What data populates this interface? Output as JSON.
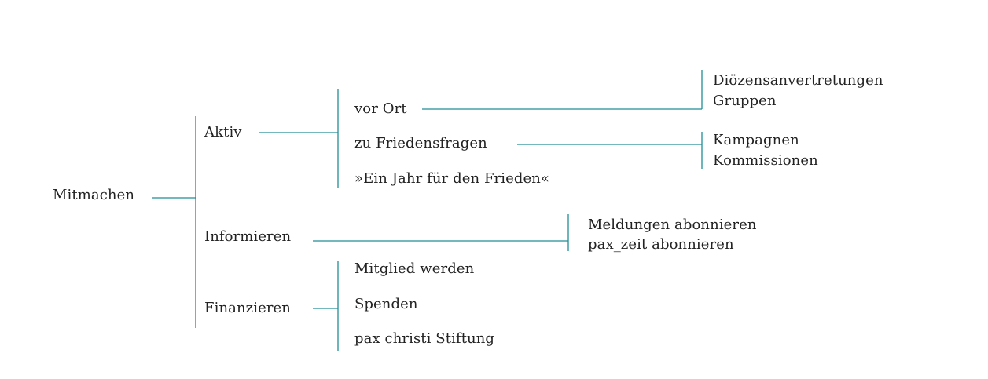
{
  "root": "Mitmachen",
  "branches": {
    "aktiv": {
      "label": "Aktiv",
      "children": {
        "vor_ort": {
          "label": "vor Ort",
          "children": [
            "Diözensanvertretungen",
            "Gruppen"
          ]
        },
        "friedensfragen": {
          "label": "zu Friedensfragen",
          "children": [
            "Kampagnen",
            "Kommissionen"
          ]
        },
        "jahr": {
          "label": "»Ein Jahr für den Frieden«"
        }
      }
    },
    "informieren": {
      "label": "Informieren",
      "children": [
        "Meldungen abonnieren",
        "pax_zeit abonnieren"
      ]
    },
    "finanzieren": {
      "label": "Finanzieren",
      "children": [
        "Mitglied werden",
        "Spenden",
        "pax christi Stiftung"
      ]
    }
  },
  "colors": {
    "line": "#1f8d98",
    "text": "#222222"
  }
}
